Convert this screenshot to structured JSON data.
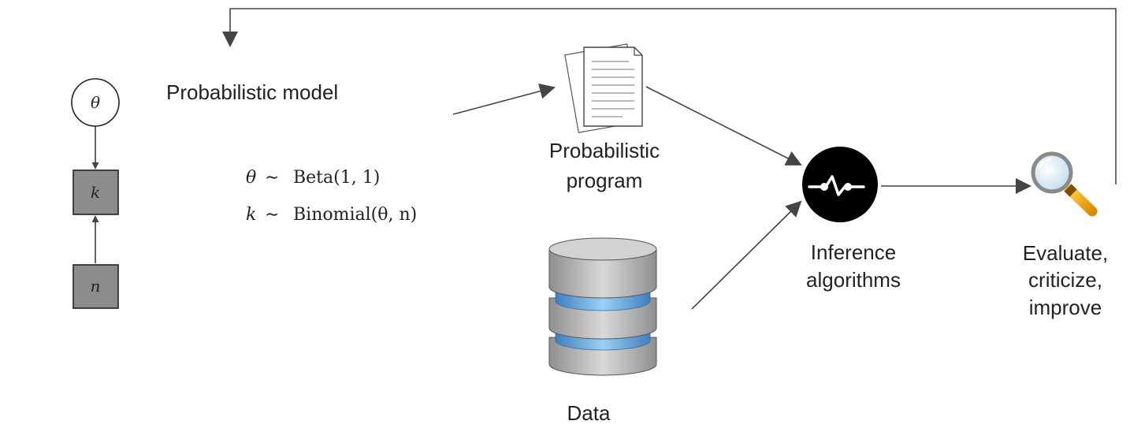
{
  "model": {
    "title": "Probabilistic model",
    "node_theta": "θ",
    "node_k": "k",
    "node_n": "n",
    "eq1_lhs": "θ",
    "eq1_rhs": "Beta(1, 1)",
    "eq2_lhs": "k",
    "eq2_rhs": "Binomial(θ, n)",
    "tilde": "∼"
  },
  "program": {
    "line1": "Probabilistic",
    "line2": "program"
  },
  "data": {
    "label": "Data"
  },
  "inference": {
    "line1": "Inference",
    "line2": "algorithms"
  },
  "evaluate": {
    "line1": "Evaluate,",
    "line2": "criticize,",
    "line3": "improve"
  },
  "colors": {
    "arrow": "#444444",
    "observed_node": "#8c8c8c",
    "inference_bg": "#000000",
    "database_gray": "#c4c4c4",
    "database_blue": "#6aaee8",
    "magnifier_handle": "#f0a800",
    "magnifier_lens": "#dcecf6"
  },
  "icons": {
    "program": "document-stack-icon",
    "data": "database-icon",
    "inference": "pulse-icon",
    "evaluate": "magnifier-icon"
  }
}
